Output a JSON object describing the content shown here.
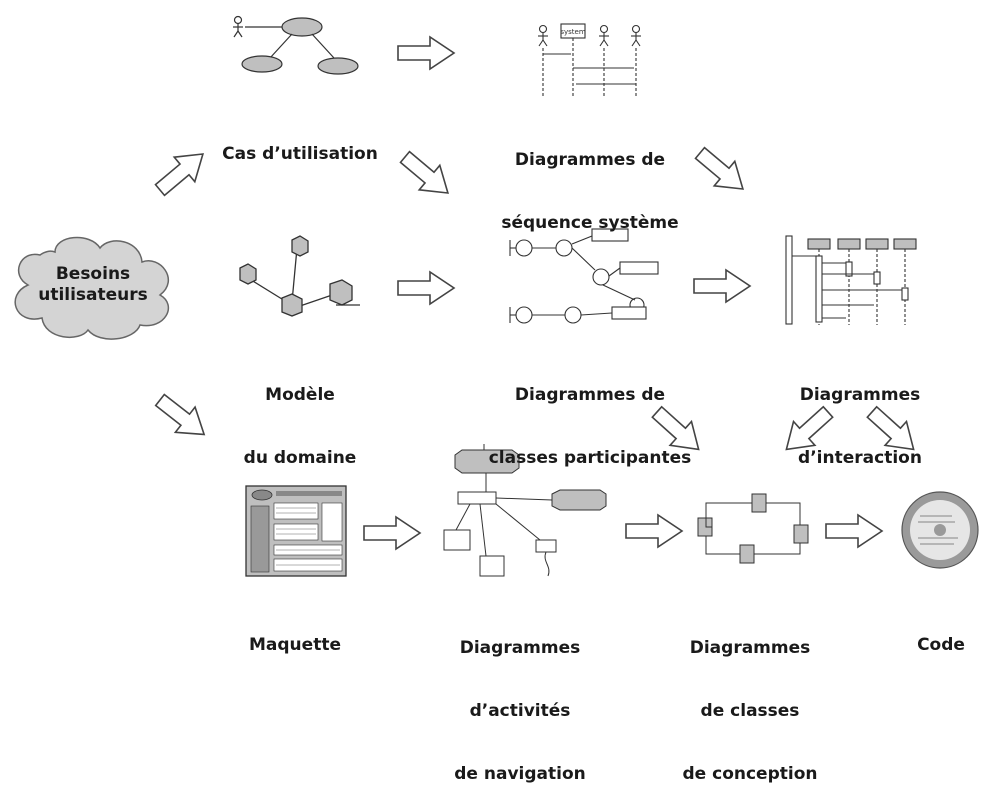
{
  "nodes": {
    "besoins": {
      "line1": "Besoins",
      "line2": "utilisateurs"
    },
    "cas": {
      "line1": "Cas d’utilisation"
    },
    "seq": {
      "line1": "Diagrammes de",
      "line2": "séquence système"
    },
    "domaine": {
      "line1": "Modèle",
      "line2": "du domaine"
    },
    "classes_part": {
      "line1": "Diagrammes de",
      "line2": "classes participantes"
    },
    "interaction": {
      "line1": "Diagrammes",
      "line2": "d’interaction"
    },
    "maquette": {
      "line1": "Maquette"
    },
    "activites": {
      "line1": "Diagrammes",
      "line2": "d’activités",
      "line3": "de navigation"
    },
    "conception": {
      "line1": "Diagrammes",
      "line2": "de classes",
      "line3": "de conception"
    },
    "code": {
      "line1": "Code"
    }
  },
  "thumbnails": {
    "seq_system_box": "system"
  },
  "colors": {
    "fill": "#bfbfbf",
    "stroke": "#333333",
    "cloud": "#d4d4d4"
  }
}
